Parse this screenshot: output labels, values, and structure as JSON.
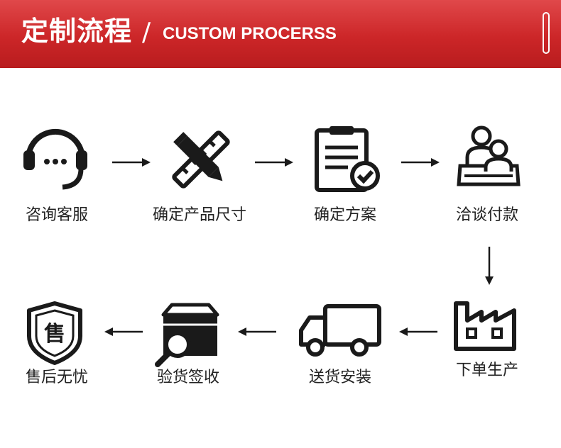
{
  "header": {
    "title_cn": "定制流程",
    "separator": "/",
    "title_en": "CUSTOM PROCERSS"
  },
  "steps": [
    {
      "label": "咨询客服",
      "icon": "headset-icon"
    },
    {
      "label": "确定产品尺寸",
      "icon": "ruler-pencil-icon"
    },
    {
      "label": "确定方案",
      "icon": "clipboard-check-icon"
    },
    {
      "label": "洽谈付款",
      "icon": "meeting-people-icon"
    },
    {
      "label": "下单生产",
      "icon": "factory-icon"
    },
    {
      "label": "送货安装",
      "icon": "delivery-truck-icon"
    },
    {
      "label": "验货签收",
      "icon": "box-inspect-icon"
    },
    {
      "label": "售后无忧",
      "icon": "shield-icon",
      "icon_text": "售"
    }
  ],
  "colors": {
    "header": "#cc2628",
    "icon": "#1a1a1a"
  }
}
